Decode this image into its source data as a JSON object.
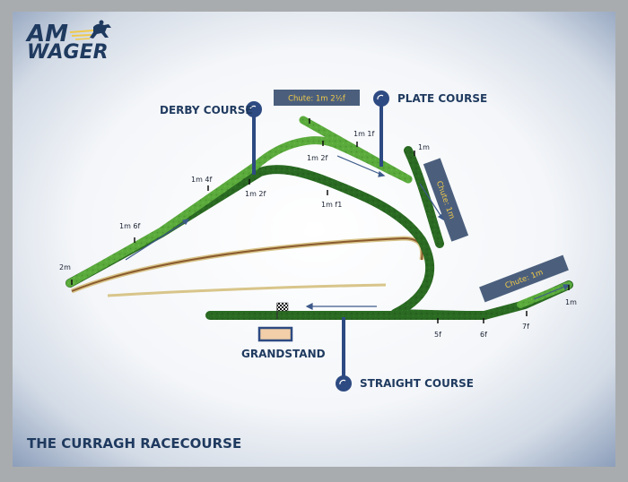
{
  "brand": {
    "line1": "AM",
    "line2": "WAGER"
  },
  "title": "THE CURRAGH RACECOURSE",
  "labels": {
    "derby_course": "DERBY COURSE",
    "plate_course": "PLATE COURSE",
    "straight_course": "STRAIGHT COURSE",
    "grandstand": "GRANDSTAND"
  },
  "chutes": {
    "top": "Chute: 1m 2¹⁄₂f",
    "right": "Chute: 1m",
    "lower_right": "Chute: 1m"
  },
  "markers": {
    "two_m": "2m",
    "one_m_6f": "1m 6f",
    "one_m_4f": "1m 4f",
    "one_m_2f_lower": "1m 2f",
    "one_m_2f_upper": "1m 2f",
    "one_m_1f_upper": "1m 1f",
    "one_m_f1": "1m f1",
    "one_m_right": "1m",
    "five_f": "5f",
    "six_f": "6f",
    "seven_f": "7f",
    "one_m_far": "1m"
  },
  "colors": {
    "navy": "#1f3a5f",
    "track_dark": "#2a6a22",
    "track_light": "#5aaa3c",
    "chute_box": "#4b5f7d",
    "chute_text": "#f0c94a"
  },
  "icons": [
    "brand-horse-icon",
    "checkered-flag-icon",
    "pin-icon"
  ]
}
